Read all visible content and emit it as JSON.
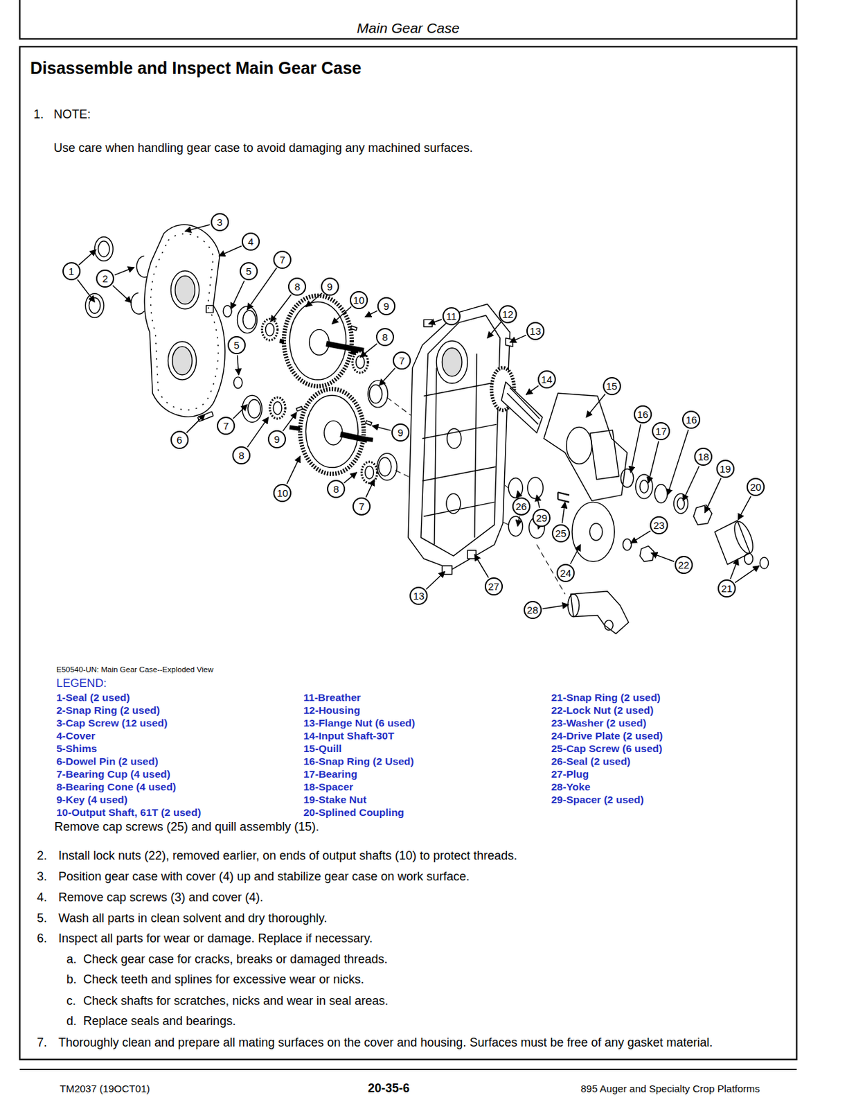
{
  "diagram": {
    "title": "Disassemble and Inspect Main Gear Case",
    "caption": "E50540-UN: Main Gear Case--Exploded View",
    "nodes": [
      {
        "text": [
          "3"
        ]
      },
      {
        "text": [
          "4"
        ]
      },
      {
        "text": [
          "1"
        ]
      },
      {
        "text": [
          "2"
        ]
      },
      {
        "text": [
          "5"
        ]
      },
      {
        "text": [
          "7"
        ]
      },
      {
        "text": [
          "8"
        ]
      },
      {
        "text": [
          "9"
        ]
      },
      {
        "text": [
          "10"
        ]
      },
      {
        "text": [
          "9"
        ]
      },
      {
        "text": [
          "8"
        ]
      },
      {
        "text": [
          "7"
        ]
      },
      {
        "text": [
          "11"
        ]
      },
      {
        "text": [
          "12"
        ]
      },
      {
        "text": [
          "13"
        ]
      },
      {
        "text": [
          "14"
        ]
      },
      {
        "text": [
          "15"
        ]
      },
      {
        "text": [
          "16"
        ]
      },
      {
        "text": [
          "17"
        ]
      },
      {
        "text": [
          "16"
        ]
      },
      {
        "text": [
          "18"
        ]
      },
      {
        "text": [
          "19"
        ]
      },
      {
        "text": [
          "20"
        ]
      },
      {
        "text": [
          "5"
        ]
      },
      {
        "text": [
          "6"
        ]
      },
      {
        "text": [
          "7"
        ]
      },
      {
        "text": [
          "8"
        ]
      },
      {
        "text": [
          "9"
        ]
      },
      {
        "text": [
          "9"
        ]
      },
      {
        "text": [
          "10"
        ]
      },
      {
        "text": [
          "8"
        ]
      },
      {
        "text": [
          "7"
        ]
      },
      {
        "text": [
          "26"
        ]
      },
      {
        "text": [
          "29"
        ]
      },
      {
        "text": [
          "25"
        ]
      },
      {
        "text": [
          "23"
        ]
      },
      {
        "text": [
          "24"
        ]
      },
      {
        "text": [
          "22"
        ]
      },
      {
        "text": [
          "21"
        ]
      },
      {
        "text": [
          "13"
        ]
      },
      {
        "text": [
          "27"
        ]
      },
      {
        "text": [
          "28"
        ]
      }
    ],
    "labels": [
      "Main Gear Case",
      "1.",
      "NOTE:",
      "Use care when handling gear case to avoid damaging any machined surfaces.",
      "LEGEND:",
      "1-Seal (2 used)",
      "2-Snap Ring (2 used)",
      "3-Cap Screw (12 used)",
      "4-Cover",
      "5-Shims",
      "6-Dowel Pin (2 used)",
      "7-Bearing Cup (4 used)",
      "8-Bearing Cone (4 used)",
      "9-Key (4 used)",
      "10-Output Shaft, 61T (2 used)",
      "11-Breather",
      "12-Housing",
      "13-Flange Nut (6 used)",
      "14-Input Shaft-30T",
      "15-Quill",
      "16-Snap Ring (2 Used)",
      "17-Bearing",
      "18-Spacer",
      "19-Stake Nut",
      "20-Splined Coupling",
      "21-Snap Ring (2 used)",
      "22-Lock Nut (2 used)",
      "23-Washer (2 used)",
      "24-Drive Plate (2 used)",
      "25-Cap Screw (6 used)",
      "26-Seal (2 used)",
      "27-Plug",
      "28-Yoke",
      "29-Spacer (2 used)",
      "Remove cap screws (25) and quill assembly (15).",
      "2.",
      "Install lock nuts (22), removed earlier, on ends of output shafts (10) to protect threads.",
      "3.",
      "Position gear case with cover (4) up and stabilize gear case on work surface.",
      "4.",
      "Remove cap screws (3) and cover (4).",
      "5.",
      "Wash all parts in clean solvent and dry thoroughly.",
      "6.",
      "Inspect all parts for wear or damage. Replace if necessary.",
      "a.",
      "Check gear case for cracks, breaks or damaged threads.",
      "b.",
      "Check teeth and splines for excessive wear or nicks.",
      "c.",
      "Check shafts for scratches, nicks and wear in seal areas.",
      "d.",
      "Replace seals and bearings.",
      "7.",
      "Thoroughly clean and prepare all mating surfaces on the cover and housing. Surfaces must be free of any gasket material.",
      "TM2037 (19OCT01)",
      "20-35-6",
      "895 Auger and Specialty Crop Platforms"
    ]
  }
}
